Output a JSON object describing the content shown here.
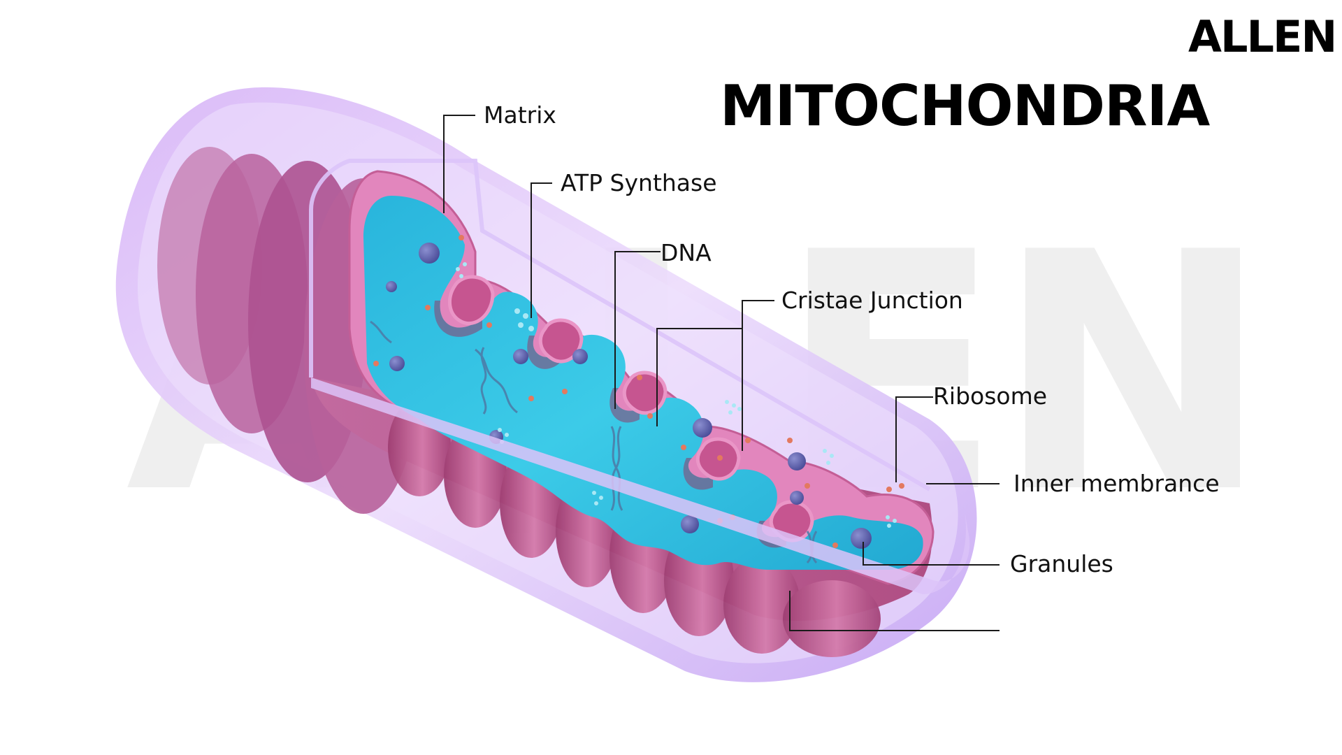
{
  "logo": {
    "text": "ALLEN"
  },
  "title": "MITOCHONDRIA",
  "labels": {
    "matrix": "Matrix",
    "atp_synthase": "ATP Synthase",
    "dna": "DNA",
    "cristae_junction": "Cristae Junction",
    "ribosome": "Ribosome",
    "inner_membrane": "Inner membrance",
    "granules": "Granules",
    "outer_membrane": ""
  },
  "colors": {
    "outer_membrane": "#c79cf0",
    "outer_membrane_light": "#f3e6fd",
    "inner_membrane": "#b2517f",
    "inner_membrane_light": "#e08ab5",
    "cristae_edge": "#e78fc4",
    "matrix": "#2cbfe0",
    "matrix_dark": "#1f9fc7",
    "granule": "#5d5fa8",
    "ribosome": "#e3795f",
    "leader_line": "#1a1a1a",
    "watermark": "#efefef"
  }
}
